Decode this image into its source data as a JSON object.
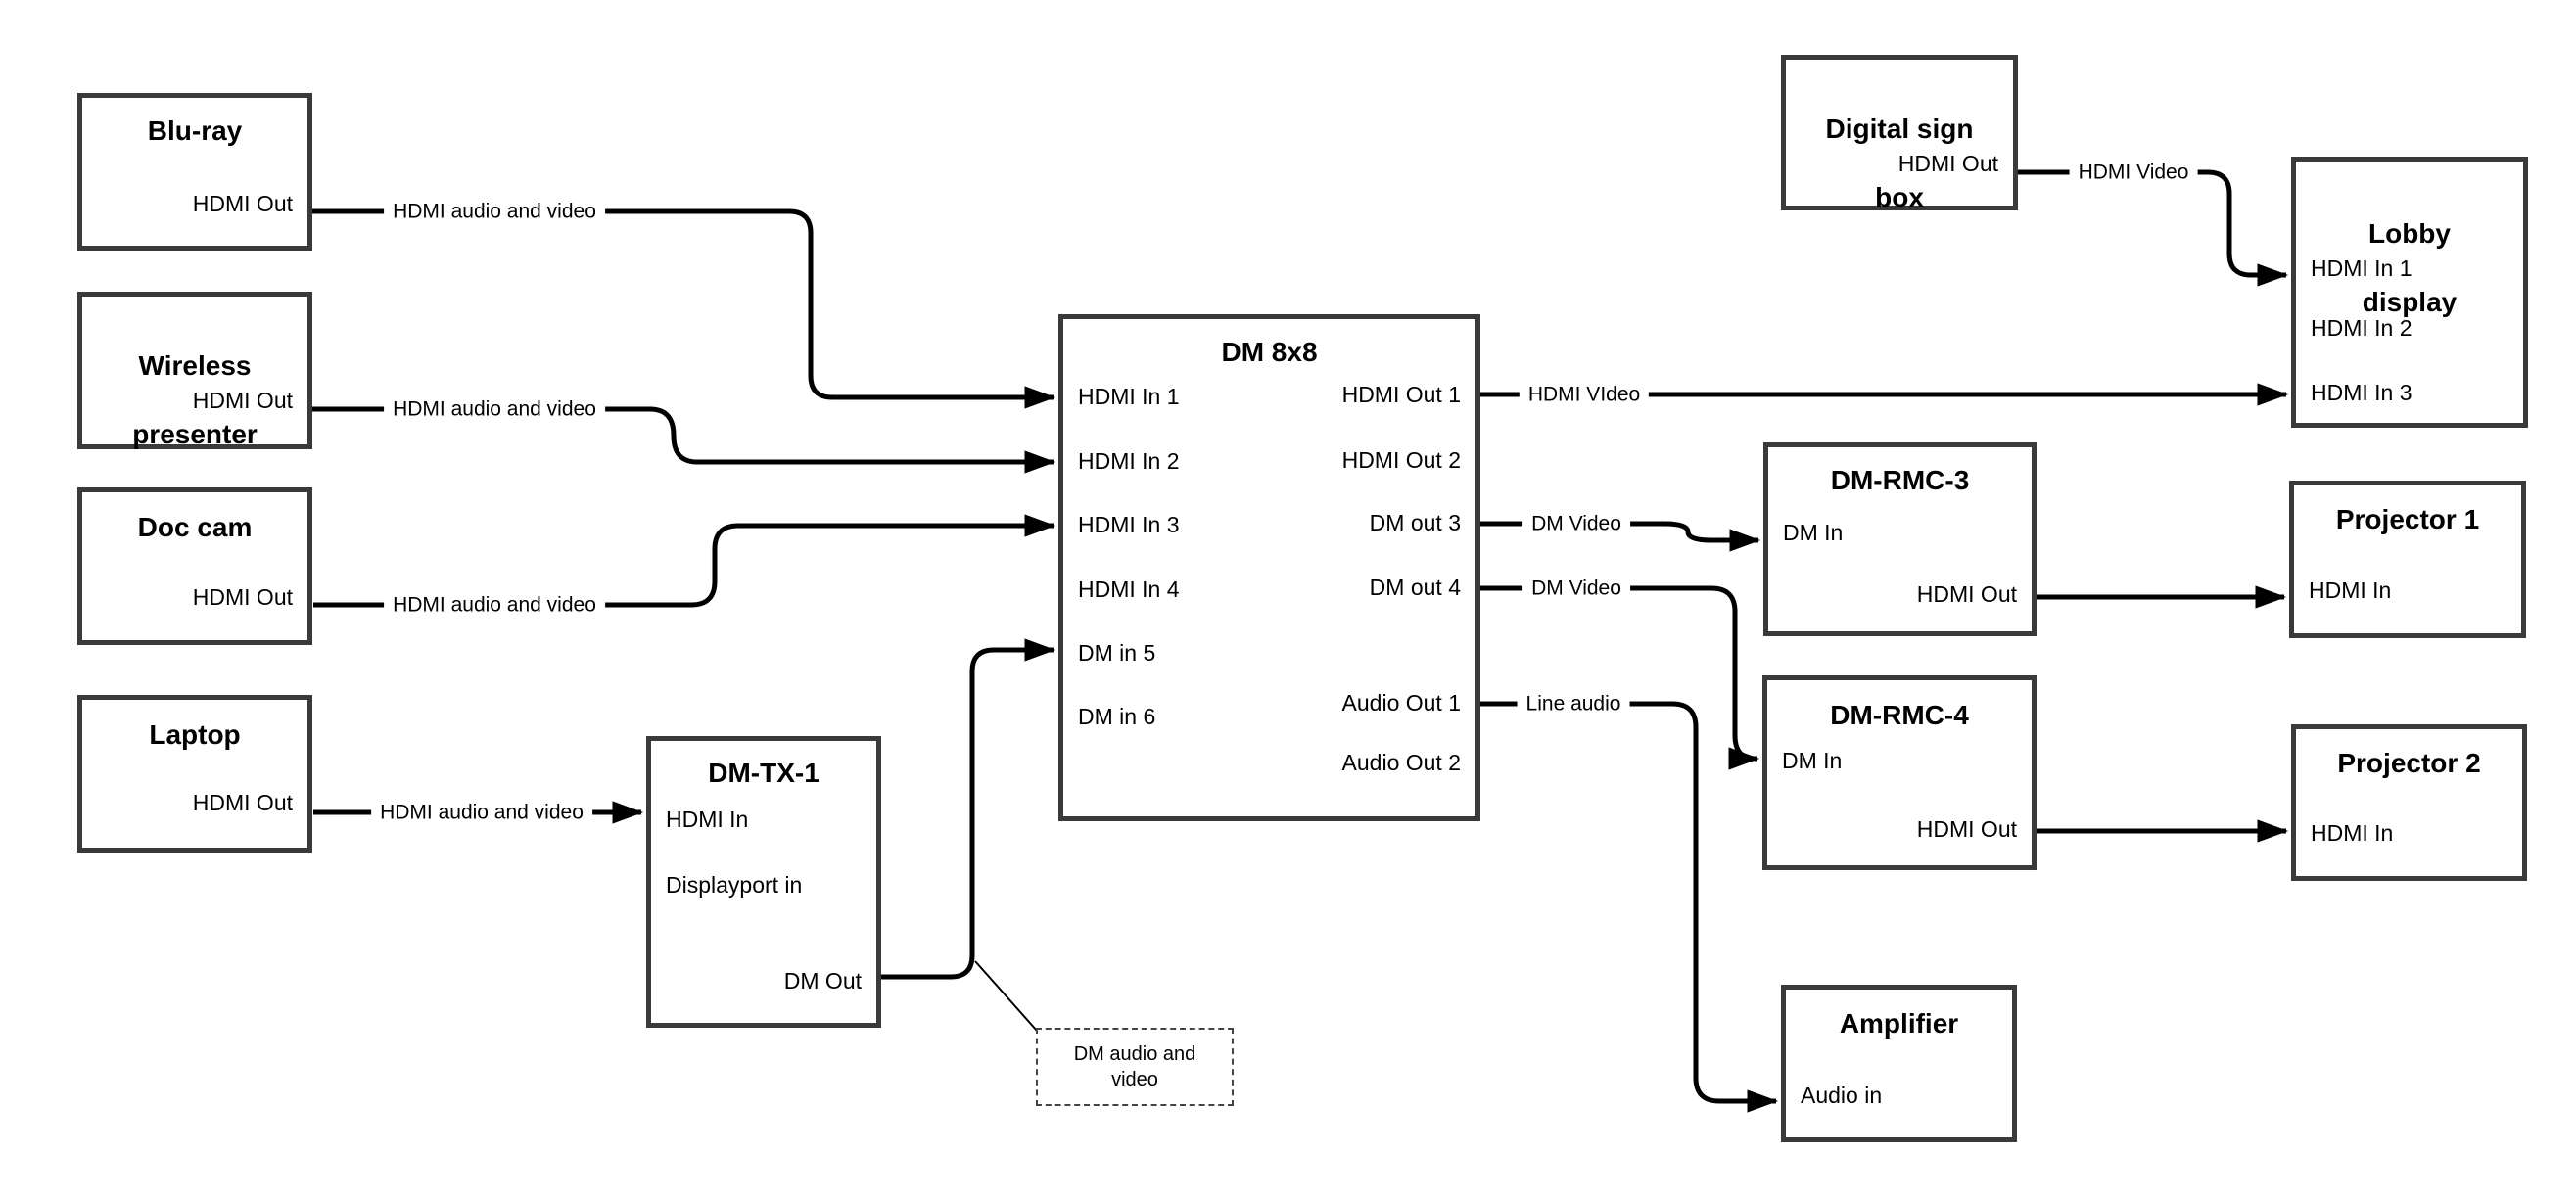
{
  "diagram": {
    "colors": {
      "background": "#ffffff",
      "box_border": "#3a3a3a",
      "wire": "#000000",
      "text": "#000000"
    },
    "nodes": {
      "bluray": {
        "title": "Blu-ray",
        "ports": {
          "out": "HDMI Out"
        }
      },
      "wireless": {
        "title_lines": [
          "Wireless",
          "presenter"
        ],
        "ports": {
          "out": "HDMI Out"
        }
      },
      "doccam": {
        "title": "Doc cam",
        "ports": {
          "out": "HDMI Out"
        }
      },
      "laptop": {
        "title": "Laptop",
        "ports": {
          "out": "HDMI Out"
        }
      },
      "dmtx": {
        "title": "DM-TX-1",
        "ports": {
          "hdmi_in": "HDMI In",
          "dp_in": "Displayport in",
          "dm_out": "DM Out"
        }
      },
      "dm8x8": {
        "title": "DM 8x8",
        "ports": {
          "in1": "HDMI In 1",
          "in2": "HDMI In 2",
          "in3": "HDMI In 3",
          "in4": "HDMI In 4",
          "in5": "DM in 5",
          "in6": "DM in 6",
          "out1": "HDMI Out 1",
          "out2": "HDMI Out 2",
          "out3": "DM out 3",
          "out4": "DM out 4",
          "aout1": "Audio Out 1",
          "aout2": "Audio Out 2"
        }
      },
      "digsign": {
        "title_lines": [
          "Digital sign",
          "box"
        ],
        "ports": {
          "out": "HDMI Out"
        }
      },
      "lobby": {
        "title_lines": [
          "Lobby",
          "display"
        ],
        "ports": {
          "in1": "HDMI In 1",
          "in2": "HDMI In 2",
          "in3": "HDMI In 3"
        }
      },
      "rmc3": {
        "title": "DM-RMC-3",
        "ports": {
          "in": "DM In",
          "out": "HDMI Out"
        }
      },
      "proj1": {
        "title": "Projector 1",
        "ports": {
          "in": "HDMI In"
        }
      },
      "rmc4": {
        "title": "DM-RMC-4",
        "ports": {
          "in": "DM In",
          "out": "HDMI Out"
        }
      },
      "proj2": {
        "title": "Projector 2",
        "ports": {
          "in": "HDMI In"
        }
      },
      "amp": {
        "title": "Amplifier",
        "ports": {
          "in": "Audio in"
        }
      }
    },
    "wire_labels": {
      "bluray_av": "HDMI audio and video",
      "wireless_av": "HDMI audio and video",
      "doccam_av": "HDMI audio and video",
      "laptop_av": "HDMI audio and video",
      "hdmi_out1": "HDMI VIdeo",
      "dm_out3": "DM Video",
      "dm_out4": "DM Video",
      "audio_out1": "Line audio",
      "digsign_out": "HDMI Video"
    },
    "callout": {
      "lines": [
        "DM audio and",
        "video"
      ]
    }
  }
}
